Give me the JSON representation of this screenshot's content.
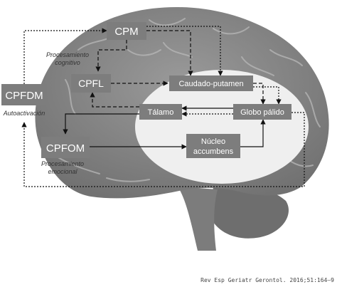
{
  "nodes": {
    "cpm": "CPM",
    "cpfl": "CPFL",
    "cpfdm": "CPFDM",
    "cpfom": "CPFOM",
    "caudado": "Caudado-putamen",
    "talamo": "Tálamo",
    "globo": "Globo pálido",
    "nucleo_line1": "Núcleo",
    "nucleo_line2": "accumbens"
  },
  "annotations": {
    "proc_cog_line1": "Procesamiento",
    "proc_cog_line2": "cognitivo",
    "autoactivacion": "Autoactivación",
    "proc_emo_line1": "Procesamiento",
    "proc_emo_line2": "emocional"
  },
  "citation": "Rev Esp Geriatr Gerontol. 2016;51:164–9",
  "colors": {
    "brain_fill": "#8a8a8a",
    "brain_dark": "#6f6f6f",
    "ellipse_fill": "#efefef",
    "box_fill": "#7d7d7d",
    "arrow": "#111111"
  }
}
